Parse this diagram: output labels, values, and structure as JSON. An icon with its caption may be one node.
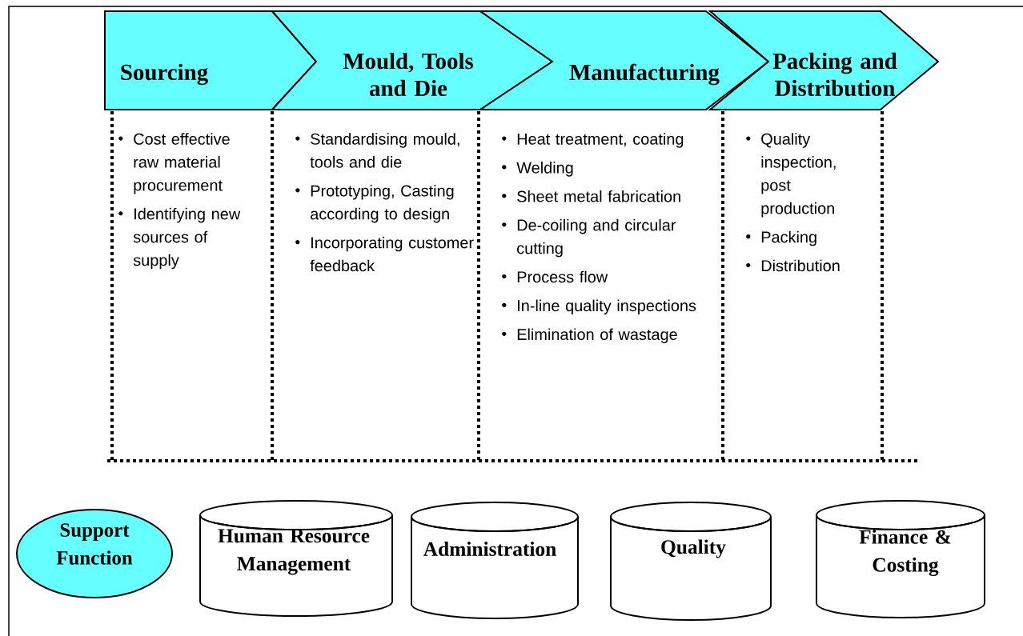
{
  "diagram": {
    "nodes": [
      {
        "text": [
          "Sourcing"
        ],
        "beside": [
          "Cost effective raw material procurement",
          "Identifying new sources of supply"
        ]
      },
      {
        "text": [
          "Mould, Tools and Die"
        ],
        "beside": [
          "Standardising mould, tools and die",
          "Prototyping, Casting according to design",
          "Incorporating customer feedback"
        ]
      },
      {
        "text": [
          "Manufacturing"
        ],
        "beside": [
          "Heat treatment, coating",
          "Welding",
          "Sheet metal fabrication",
          "De-coiling and circular cutting",
          "Process flow",
          "In-line quality inspections",
          "Elimination of wastage"
        ]
      },
      {
        "text": [
          "Packing and Distribution"
        ],
        "beside": [
          "Quality inspection, post production",
          "Packing",
          "Distribution"
        ]
      },
      {
        "text": [
          "Support Function"
        ]
      },
      {
        "text": [
          "Human Resource Management"
        ]
      },
      {
        "text": [
          "Administration"
        ]
      },
      {
        "text": [
          "Quality"
        ]
      },
      {
        "text": [
          "Finance & Costing"
        ]
      }
    ]
  }
}
